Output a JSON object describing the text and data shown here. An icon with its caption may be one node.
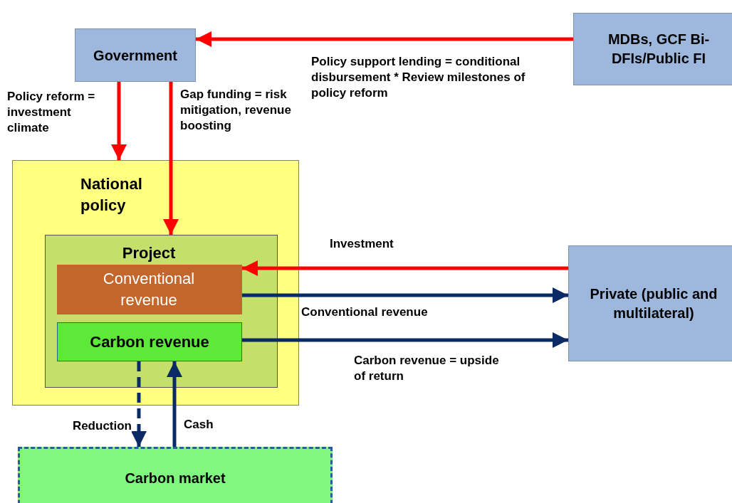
{
  "diagram": {
    "nodes": [
      {
        "text": [
          "Government"
        ]
      },
      {
        "text": [
          "MDBs, GCF Bi-DFIs/Public FI"
        ]
      },
      {
        "text": [
          "National policy"
        ]
      },
      {
        "text": [
          "Project"
        ],
        "in": 2
      },
      {
        "text": [
          "Conventional revenue"
        ],
        "in": 3
      },
      {
        "text": [
          "Carbon revenue"
        ],
        "in": 3
      },
      {
        "text": [
          "Private (public and multilateral)"
        ]
      },
      {
        "text": [
          "Carbon market"
        ]
      }
    ],
    "edges": [
      {
        "from": 1,
        "to": 0,
        "arrow": "to",
        "color": "#ff0000",
        "label": "Policy support lending = conditional disbursement * Review milestones of policy reform"
      },
      {
        "from": 0,
        "to": 2,
        "arrow": "to",
        "color": "#ff0000",
        "label": "Policy reform = investment climate"
      },
      {
        "from": 0,
        "to": 3,
        "arrow": "to",
        "color": "#ff0000",
        "label": "Gap funding = risk mitigation, revenue boosting"
      },
      {
        "from": 6,
        "to": 4,
        "arrow": "to",
        "color": "#ff0000",
        "label": "Investment"
      },
      {
        "from": 4,
        "to": 6,
        "arrow": "to",
        "color": "#0a2a66",
        "label": "Conventional revenue"
      },
      {
        "from": 5,
        "to": 6,
        "arrow": "to",
        "color": "#0a2a66",
        "label": "Carbon revenue = upside of return"
      },
      {
        "from": 5,
        "to": 7,
        "arrow": "to",
        "color": "#0a2a66",
        "style": "dashed",
        "label": "Reduction"
      },
      {
        "from": 7,
        "to": 5,
        "arrow": "to",
        "color": "#0a2a66",
        "label": "Cash"
      }
    ]
  }
}
